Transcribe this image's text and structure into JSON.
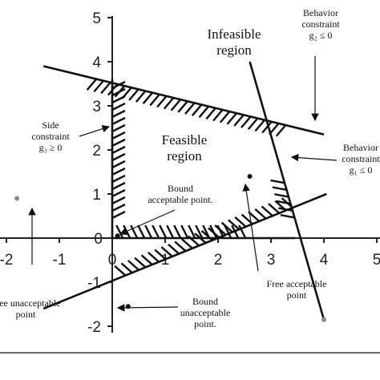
{
  "chart_data": {
    "type": "scatter",
    "title": "",
    "xlabel": "",
    "ylabel": "",
    "xlim": [
      -2,
      5
    ],
    "ylim": [
      -2,
      5
    ],
    "x_ticks": [
      "-2",
      "-1",
      "0",
      "1",
      "2",
      "3",
      "4",
      "5"
    ],
    "y_ticks": [
      "-2",
      "-1",
      "0",
      "1",
      "2",
      "3",
      "4",
      "5"
    ],
    "x_tick_values": [
      -2,
      -1,
      0,
      1,
      2,
      3,
      4,
      5
    ],
    "y_tick_values": [
      -2,
      -1,
      0,
      1,
      2,
      3,
      4,
      5
    ],
    "constraints": [
      {
        "id": "g2",
        "points": [
          [
            -1.3,
            3.9
          ],
          [
            4.0,
            2.35
          ]
        ],
        "hatch_side": "below",
        "from": -0.3,
        "to": 3.4
      },
      {
        "id": "g1",
        "points": [
          [
            2.6,
            4.0
          ],
          [
            4.0,
            -1.85
          ]
        ],
        "hatch_side": "left",
        "from": 3.42,
        "to": 3.55
      },
      {
        "id": "g3",
        "points": [
          [
            -1.3,
            -1.6
          ],
          [
            4.05,
            1.0
          ]
        ],
        "hatch_side": "above",
        "from": 0.25,
        "to": 3.45
      },
      {
        "id": "side-x",
        "points": [
          [
            0.0,
            3.6
          ],
          [
            0.0,
            0.0
          ]
        ],
        "hatch_side": "right",
        "from": 3.4,
        "to": 0.3
      },
      {
        "id": "side-y",
        "points": [
          [
            0.0,
            0.0
          ],
          [
            3.45,
            0.0
          ]
        ],
        "hatch_side": "above",
        "from": 0.2,
        "to": 2.6
      }
    ],
    "points": [
      {
        "name": "Free unacceptable point",
        "x": -1.8,
        "y": 0.9,
        "color": "#888888"
      },
      {
        "name": "Bound acceptable point",
        "x": 0.1,
        "y": 0.05,
        "color": "#111111"
      },
      {
        "name": "Free acceptable point",
        "x": 2.6,
        "y": 1.4,
        "color": "#111111"
      },
      {
        "name": "Bound unacceptable point",
        "x": 0.3,
        "y": -1.55,
        "color": "#111111"
      },
      {
        "name": "",
        "x": 4.0,
        "y": -1.85,
        "color": "#888888"
      }
    ],
    "annotations": [
      {
        "lines": [
          "Infeasible",
          "region"
        ],
        "size": "big"
      },
      {
        "lines": [
          "Feasible",
          "region"
        ],
        "size": "big"
      },
      {
        "lines": [
          "Behavior",
          "constraint",
          "g₂ ≤ 0"
        ],
        "size": "small"
      },
      {
        "lines": [
          "Behavior",
          "constraint",
          "g₁ ≤ 0"
        ],
        "size": "small"
      },
      {
        "lines": [
          "Side",
          "constraint",
          "g₃ ≥ 0"
        ],
        "size": "small"
      },
      {
        "lines": [
          "Bound",
          "acceptable point."
        ],
        "size": "small"
      },
      {
        "lines": [
          "Free unacceptable",
          "point"
        ],
        "size": "small"
      },
      {
        "lines": [
          "Free acceptable",
          "point"
        ],
        "size": "small"
      },
      {
        "lines": [
          "Bound",
          "unacceptable",
          "point."
        ],
        "size": "small"
      }
    ],
    "grid": false,
    "legend": "none"
  },
  "colors": {
    "axis": "#222222",
    "ink": "#111111",
    "gray_point": "#888888",
    "background": "#ffffff"
  }
}
